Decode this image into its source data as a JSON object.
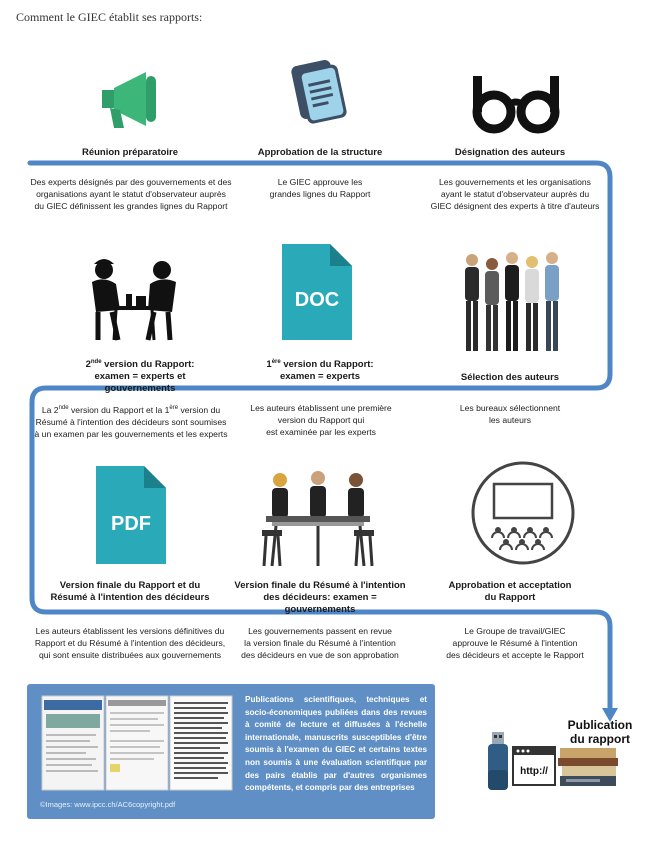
{
  "title": "Comment le GIEC établit ses rapports:",
  "row1": {
    "steps": [
      {
        "label": "Réunion préparatoire",
        "desc": [
          "Des experts désignés par des gouvernements et des",
          "organisations ayant le statut d'observateur auprès",
          "du GIEC définissent les grandes lignes du Rapport"
        ]
      },
      {
        "label": "Approbation de la structure",
        "desc": [
          "Le GIEC approuve les",
          "grandes lignes du Rapport"
        ]
      },
      {
        "label": "Désignation des auteurs",
        "desc": [
          "Les gouvernements et les organisations",
          "ayant le statut d'observateur auprès du",
          "GIEC désignent des experts à titre d'auteurs"
        ]
      }
    ]
  },
  "row2": {
    "steps": [
      {
        "label_pre": "2",
        "label_sup": "nde",
        "label_post": " version du Rapport:",
        "label2": "examen = experts et gouvernements",
        "desc": [
          "version du Rapport et la 1",
          "version du",
          "Résumé à l'intention des décideurs sont soumises",
          "à un examen par les gouvernements et les experts"
        ],
        "desc_pre": "La 2",
        "desc_sup1": "nde",
        "desc_sup2": "ère"
      },
      {
        "label_pre": "1",
        "label_sup": "ère",
        "label_post": " version du Rapport:",
        "label2": "examen = experts",
        "desc": [
          "Les auteurs établissent une première",
          "version du Rapport qui",
          "est examinée par les experts"
        ]
      },
      {
        "label": "Sélection des auteurs",
        "desc": [
          "Les bureaux sélectionnent",
          "les auteurs"
        ]
      }
    ],
    "doc_icon_text": "DOC"
  },
  "row3": {
    "steps": [
      {
        "label": [
          "Version finale du Rapport et du",
          "Résumé à l'intention des décideurs"
        ],
        "desc": [
          "Les auteurs établissent les versions définitives du",
          "Rapport et du Résumé à l'intention des décideurs,",
          "qui sont ensuite distribuées aux gouvernements"
        ]
      },
      {
        "label": [
          "Version finale du Résumé à l'intention",
          "des décideurs: examen = gouvernements"
        ],
        "desc": [
          "Les gouvernements passent en revue",
          "la version finale du Résumé à l'intention",
          "des décideurs en vue de son approbation"
        ]
      },
      {
        "label": [
          "Approbation et acceptation",
          "du Rapport"
        ],
        "desc": [
          "Le Groupe de travail/GIEC",
          "approuve le Résumé à l'intention",
          "des décideurs et accepte le Rapport"
        ]
      }
    ],
    "pdf_icon_text": "PDF"
  },
  "panel": {
    "text": "Publications scientifiques, techniques et socio-économiques publiées dans des revues à comité de lecture et diffusées à l'échelle internationale, manuscrits susceptibles d'être soumis à l'examen du GIEC et certains textes non soumis à une évaluation scientifique par des pairs établis par d'autres organismes compétents, et compris par des entreprises",
    "credit": "©Images: www.ipcc.ch/AC6copyright.pdf"
  },
  "publication": {
    "title": [
      "Publication",
      "du rapport"
    ],
    "http_label": "http://"
  },
  "colors": {
    "flow_blue": "#4f86c6",
    "teal": "#2aa9b8",
    "megaphone_green": "#3db67a",
    "dark": "#1c1c1c"
  }
}
